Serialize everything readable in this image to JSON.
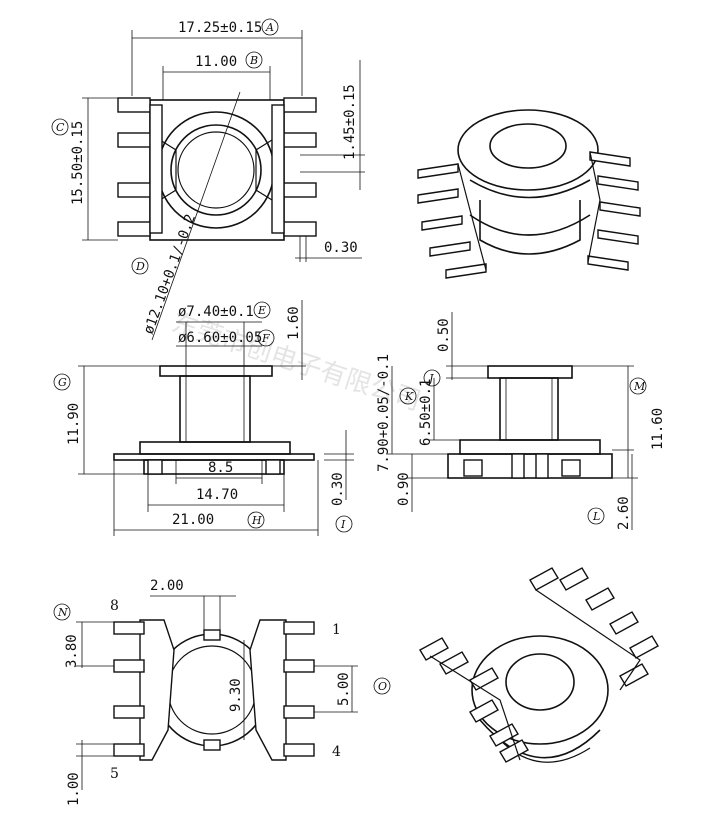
{
  "dimensions": {
    "A": {
      "value": "17.25±0.15",
      "ref": "A"
    },
    "B": {
      "value": "11.00",
      "ref": "B"
    },
    "C": {
      "value": "15.50±0.15",
      "ref": "C"
    },
    "pin_pitch_top": {
      "value": "1.45±0.15"
    },
    "pin_thick": {
      "value": "0.30"
    },
    "D": {
      "value": "ø12.10+0.1/-0.2",
      "ref": "D"
    },
    "E": {
      "value": "ø7.40±0.1",
      "ref": "E"
    },
    "F": {
      "value": "ø6.60±0.05",
      "ref": "F"
    },
    "flange_h": {
      "value": "1.60"
    },
    "G": {
      "value": "11.90",
      "ref": "G"
    },
    "w85": {
      "value": "8.5"
    },
    "w1470": {
      "value": "14.70"
    },
    "H": {
      "value": "21.00",
      "ref": "H"
    },
    "I": {
      "value": "0.30",
      "ref": "I"
    },
    "top_flange": {
      "value": "0.50"
    },
    "J": {
      "value": "7.90+0.05/-0.1",
      "ref": "J"
    },
    "K": {
      "value": "6.50±0.1",
      "ref": "K"
    },
    "M": {
      "value": "11.60",
      "ref": "M"
    },
    "base_h": {
      "value": "0.90"
    },
    "L": {
      "value": "2.60",
      "ref": "L"
    },
    "slot_w": {
      "value": "2.00"
    },
    "N": {
      "value": "3.80",
      "ref": "N"
    },
    "bore": {
      "value": "9.30"
    },
    "O": {
      "value": "5.00",
      "ref": "O"
    },
    "pin_w": {
      "value": "1.00"
    }
  },
  "pins": {
    "p1": "1",
    "p4": "4",
    "p5": "5",
    "p8": "8"
  },
  "watermark": "东莞市创电子有限公司"
}
